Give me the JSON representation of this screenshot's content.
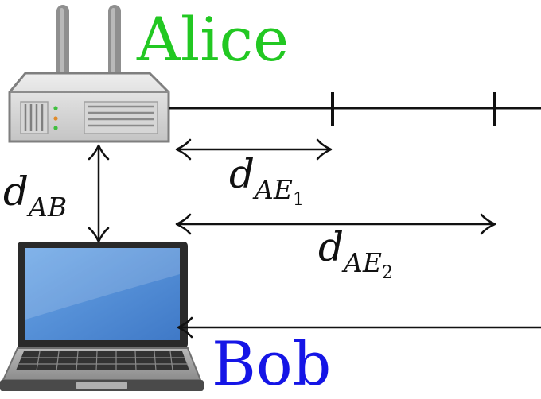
{
  "nodes": {
    "alice": {
      "label": "Alice",
      "color": "#22c822",
      "icon": "wifi-router-icon"
    },
    "bob": {
      "label": "Bob",
      "color": "#1515e6",
      "icon": "laptop-icon"
    }
  },
  "distances": {
    "d_ab": {
      "main": "d",
      "sub": "AB"
    },
    "d_ae1": {
      "main": "d",
      "sub": "AE",
      "subsub": "1"
    },
    "d_ae2": {
      "main": "d",
      "sub": "AE",
      "subsub": "2"
    }
  }
}
